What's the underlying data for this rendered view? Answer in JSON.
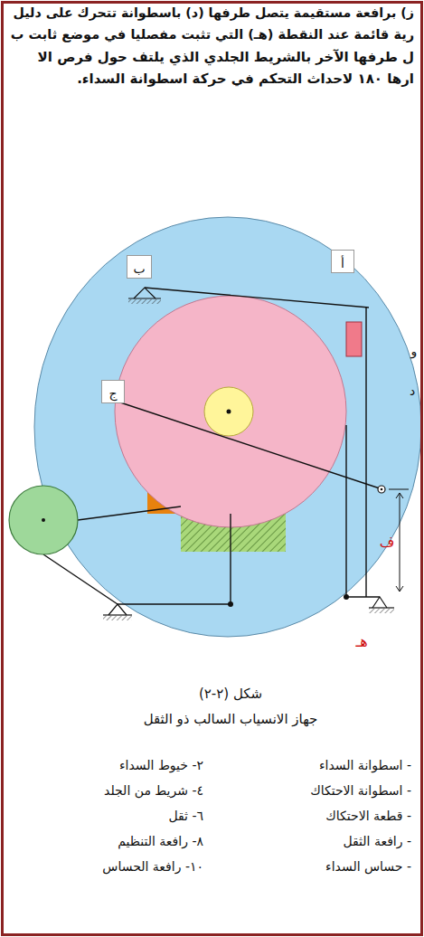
{
  "diagram": {
    "caption": "جهاز الانسياب السالب ذو الثقل",
    "nodes": [
      {
        "text": [
          "ب"
        ]
      },
      {
        "text": [
          "أ"
        ]
      },
      {
        "text": [
          "ج"
        ]
      }
    ],
    "labels": [
      "ز) برافعة مستقيمة يتصل طرفها (د) باسطوانة تتحرك على دليل",
      "رية قائمة عند النقطة (هـ) التي تثبت مفصليا في موضع ثابت ب",
      "ل طرفها الآخر بالشريط الجلدي الذي يلتف حول فرص الا",
      "ارها ١٨٠ لاحداث التحكم في حركة اسطوانة السداء.",
      "و",
      "د",
      "ف",
      "هـ",
      "شكل (٢-٢)",
      "- اسطوانة السداء",
      "٢- خيوط السداء",
      "- اسطوانة الاحتكاك",
      "٤- شريط من الجلد",
      "- قطعة الاحتكاك",
      "٦- ثقل",
      "- رافعة الثقل",
      "٨- رافعة التنظيم",
      "- حساس السداء",
      "١٠- رافعة الحساس"
    ]
  }
}
